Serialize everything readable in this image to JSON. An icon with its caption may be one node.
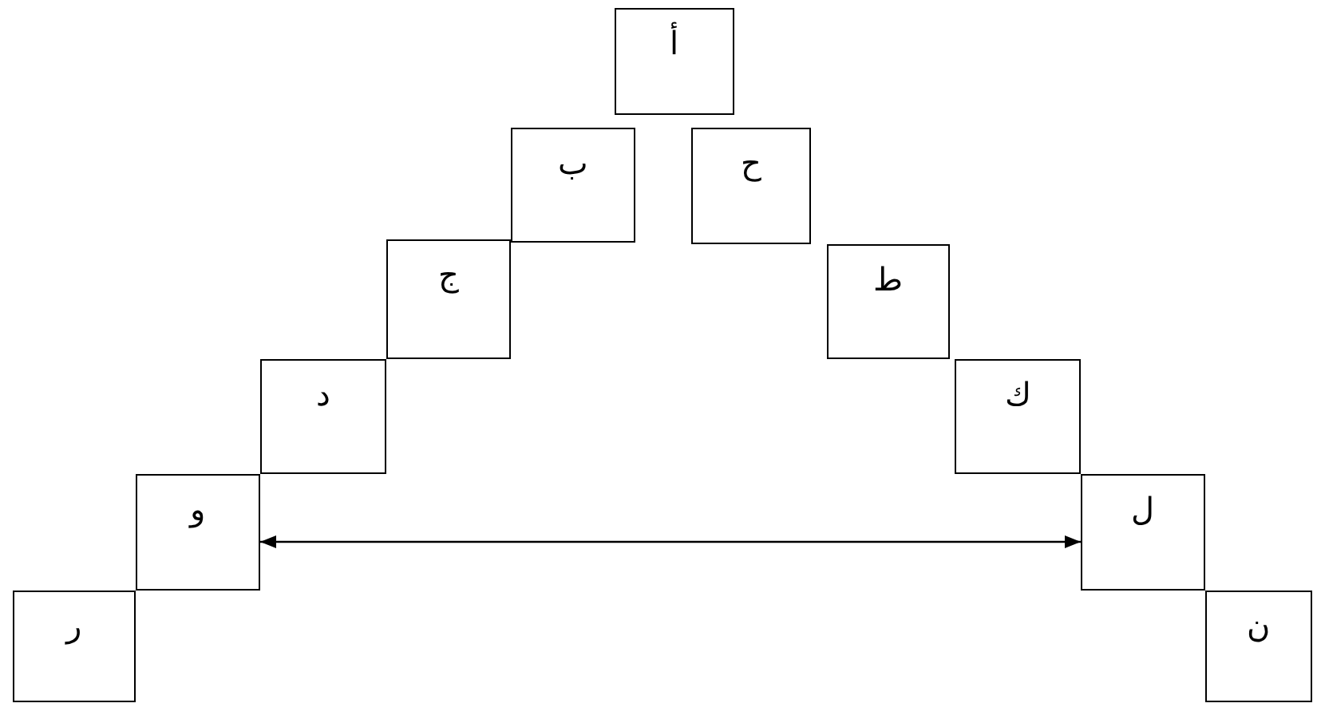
{
  "diagram": {
    "nodes": [
      {
        "text": [
          "أ"
        ]
      },
      {
        "text": [
          "ب"
        ]
      },
      {
        "text": [
          "ح"
        ]
      },
      {
        "text": [
          "ج"
        ]
      },
      {
        "text": [
          "ط"
        ]
      },
      {
        "text": [
          "د"
        ]
      },
      {
        "text": [
          "ك"
        ]
      },
      {
        "text": [
          "و"
        ]
      },
      {
        "text": [
          "ل"
        ]
      },
      {
        "text": [
          "ر"
        ]
      },
      {
        "text": [
          "ن"
        ]
      }
    ],
    "edges": [
      {
        "from": 7,
        "to": 8,
        "arrow": "both"
      }
    ]
  }
}
